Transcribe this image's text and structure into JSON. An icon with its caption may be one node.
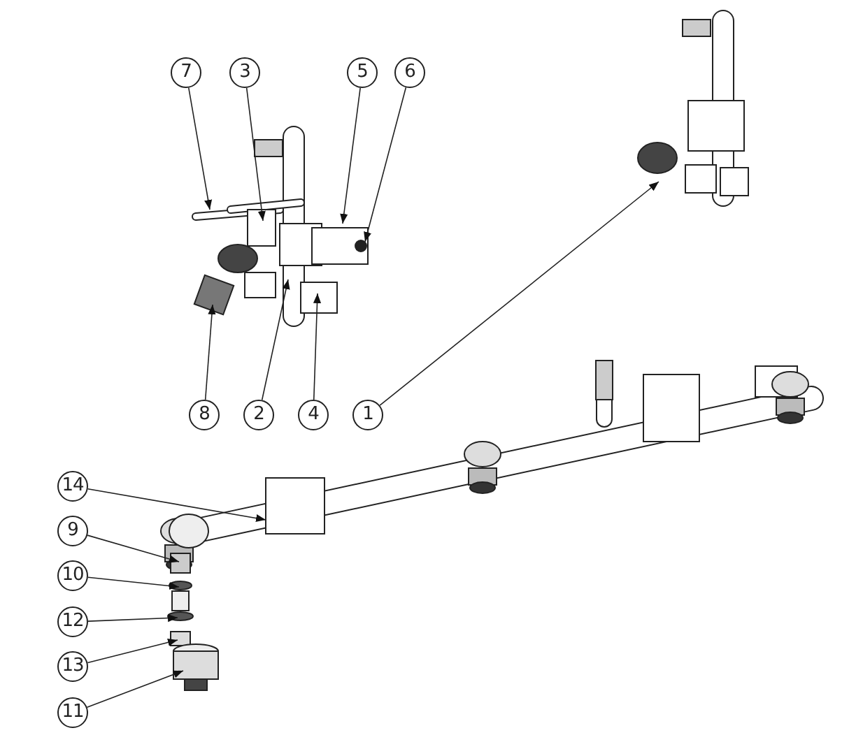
{
  "diagram": {
    "nodes": [
      {
        "text": [
          "7"
        ]
      },
      {
        "text": [
          "3"
        ]
      },
      {
        "text": [
          "5"
        ]
      },
      {
        "text": [
          "6"
        ]
      },
      {
        "text": [
          "8"
        ]
      },
      {
        "text": [
          "2"
        ]
      },
      {
        "text": [
          "4"
        ]
      },
      {
        "text": [
          "1"
        ]
      },
      {
        "text": [
          "14"
        ]
      },
      {
        "text": [
          "9"
        ]
      },
      {
        "text": [
          "10"
        ]
      },
      {
        "text": [
          "12"
        ]
      },
      {
        "text": [
          "13"
        ]
      },
      {
        "text": [
          "11"
        ]
      }
    ],
    "edges": [
      {
        "from": 0,
        "to": null,
        "arrow": "to"
      },
      {
        "from": 1,
        "to": null,
        "arrow": "to"
      },
      {
        "from": 2,
        "to": null,
        "arrow": "to"
      },
      {
        "from": 3,
        "to": null,
        "arrow": "to"
      },
      {
        "from": 4,
        "to": null,
        "arrow": "to"
      },
      {
        "from": 5,
        "to": null,
        "arrow": "to"
      },
      {
        "from": 6,
        "to": null,
        "arrow": "to"
      },
      {
        "from": 7,
        "to": null,
        "arrow": "to"
      },
      {
        "from": 8,
        "to": null,
        "arrow": "to"
      },
      {
        "from": 9,
        "to": null,
        "arrow": "to"
      },
      {
        "from": 10,
        "to": null,
        "arrow": "to"
      },
      {
        "from": 11,
        "to": null,
        "arrow": "to"
      },
      {
        "from": 12,
        "to": null,
        "arrow": "to"
      },
      {
        "from": 13,
        "to": null,
        "arrow": "to"
      }
    ]
  }
}
